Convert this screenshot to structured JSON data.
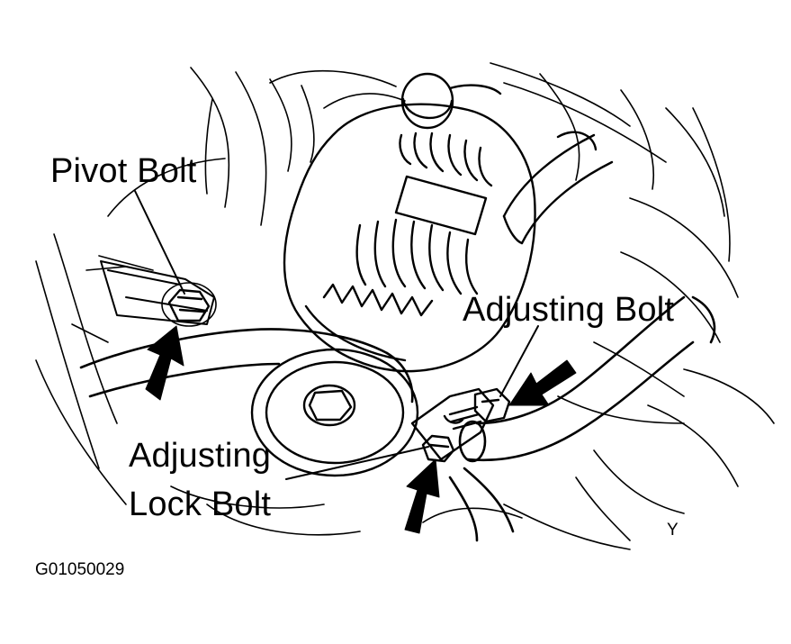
{
  "diagram": {
    "callouts": {
      "pivot_bolt": "Pivot Bolt",
      "adjusting_bolt": "Adjusting Bolt",
      "adjusting_lock_bolt_line1": "Adjusting",
      "adjusting_lock_bolt_line2": "Lock Bolt"
    },
    "view_marker": "Y",
    "figure_code": "G01050029",
    "ink_color": "#000000",
    "background_color": "#ffffff"
  }
}
